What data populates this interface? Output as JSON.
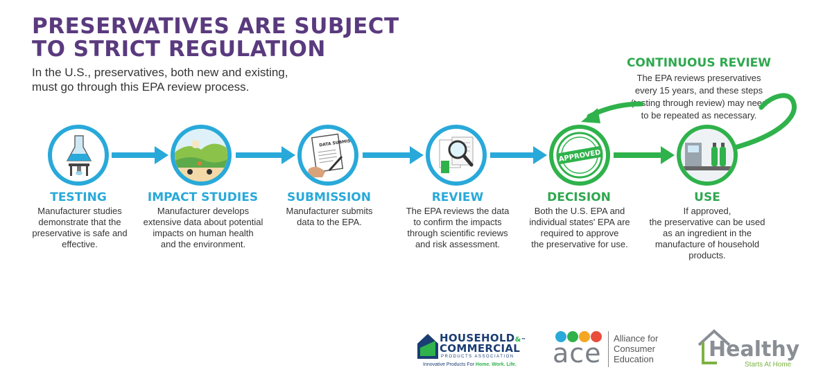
{
  "header": {
    "title_line1": "PRESERVATIVES ARE SUBJECT",
    "title_line2": "TO STRICT REGULATION",
    "intro_line1": "In the U.S., preservatives, both new and existing,",
    "intro_line2": "must go through this EPA review process."
  },
  "continuous_review": {
    "title": "CONTINUOUS REVIEW",
    "text_lines": [
      "The EPA reviews preservatives",
      "every 15 years, and these steps",
      "(testing through review) may need",
      "to be repeated as necessary."
    ]
  },
  "steps": [
    {
      "title": "TESTING",
      "icon": "lab-flask-icon",
      "desc_lines": [
        "Manufacturer studies",
        "demonstrate that the",
        "preservative is safe and",
        "effective."
      ]
    },
    {
      "title": "IMPACT STUDIES",
      "icon": "environment-landscape-icon",
      "desc_lines": [
        "Manufacturer develops",
        "extensive data about potential",
        "impacts on human health",
        "and the environment."
      ]
    },
    {
      "title": "SUBMISSION",
      "icon": "data-submission-document-icon",
      "doc_label": "DATA SUBMISSION",
      "desc_lines": [
        "Manufacturer submits",
        "data to the EPA."
      ]
    },
    {
      "title": "REVIEW",
      "icon": "magnifying-glass-review-icon",
      "desc_lines": [
        "The EPA reviews the data",
        "to confirm the impacts",
        "through scientific reviews",
        "and risk assessment."
      ]
    },
    {
      "title": "DECISION",
      "icon": "approved-stamp-icon",
      "stamp_text": "APPROVED",
      "desc_lines": [
        "Both the U.S. EPA and",
        "individual states' EPA are",
        "required to approve",
        "the preservative for use."
      ]
    },
    {
      "title": "USE",
      "icon": "manufacturing-line-icon",
      "desc_lines": [
        "If approved,",
        "the preservative can be used",
        "as an ingredient in the",
        "manufacture of household",
        "products."
      ]
    }
  ],
  "colors": {
    "blue": "#29a9d9",
    "green": "#2fb24b",
    "purple": "#5a3a7e",
    "navy": "#1a3d73"
  },
  "logos": {
    "hcpa": {
      "line1": "HOUSEHOLD",
      "line2": "COMMERCIAL",
      "line3": "PRODUCTS ASSOCIATION",
      "tagline_prefix": "Innovative Products For",
      "tagline_highlight": "Home. Work. Life.",
      "tm": "™",
      "amp": "&"
    },
    "ace": {
      "word": "ace",
      "name_lines": [
        "Alliance for",
        "Consumer",
        "Education"
      ]
    },
    "healthy": {
      "word": "Healthy",
      "sub": "Starts At Home"
    }
  }
}
